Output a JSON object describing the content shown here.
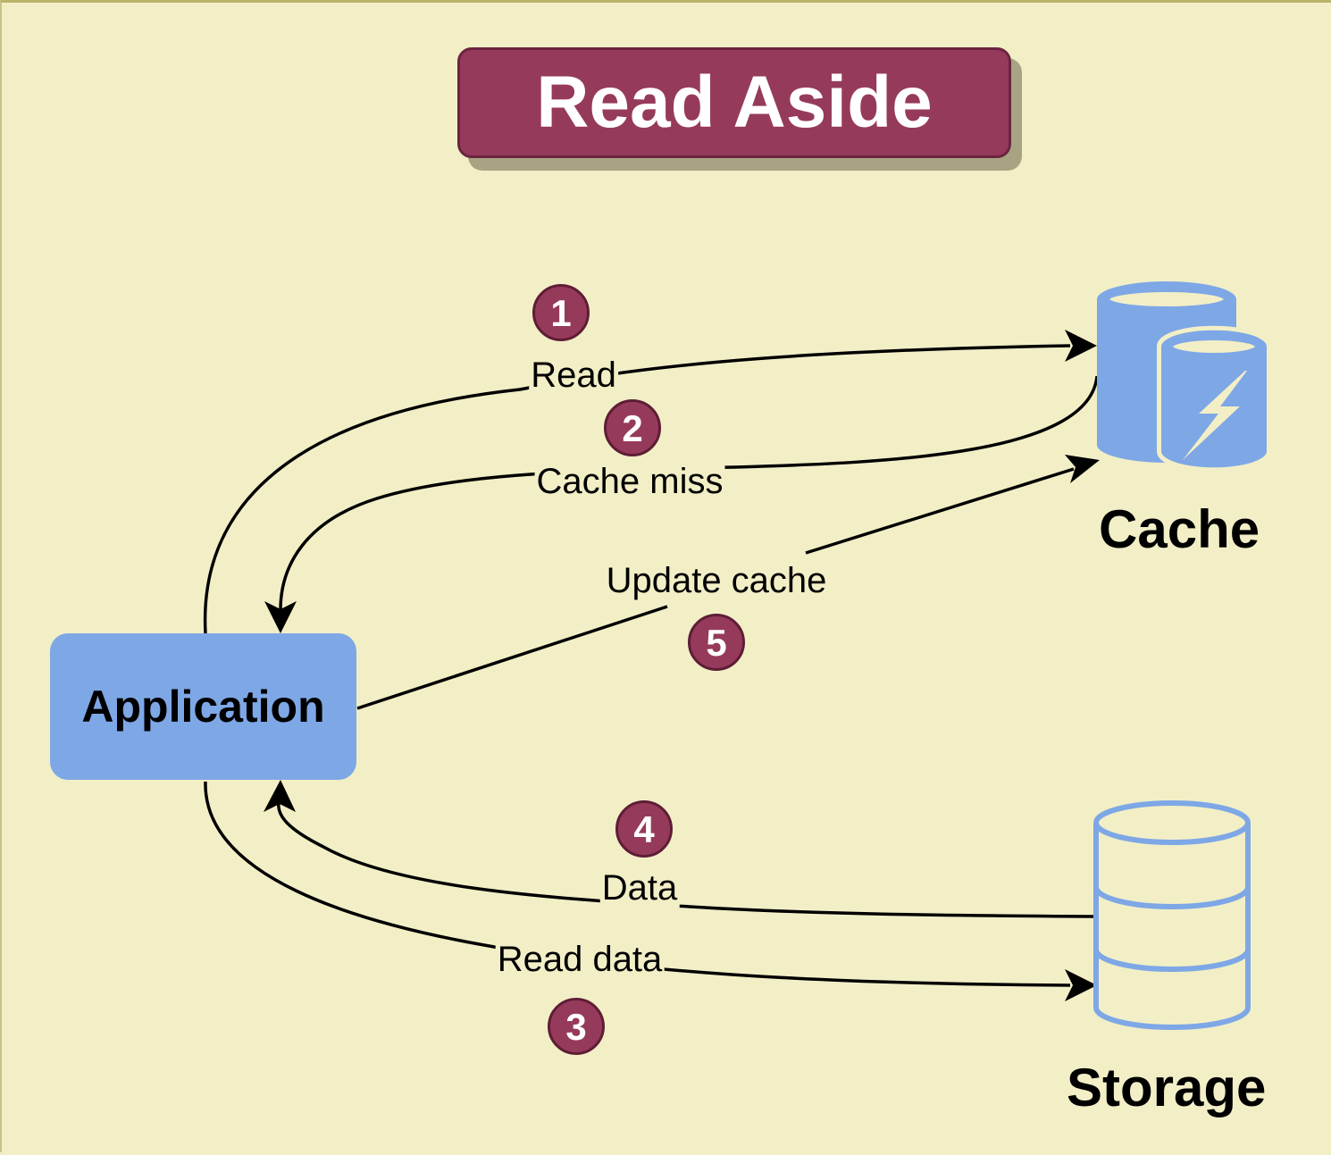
{
  "title": "Read Aside",
  "nodes": {
    "application": "Application",
    "cache": "Cache",
    "storage": "Storage"
  },
  "steps": [
    {
      "number": "1",
      "label": "Read"
    },
    {
      "number": "2",
      "label": "Cache miss"
    },
    {
      "number": "3",
      "label": "Read data"
    },
    {
      "number": "4",
      "label": "Data"
    },
    {
      "number": "5",
      "label": "Update cache"
    }
  ],
  "colors": {
    "background": "#f2efc7",
    "title_fill": "#963a5b",
    "badge_fill": "#963a5b",
    "application_fill": "#7ea7e6",
    "cache_icon": "#7ea7e6",
    "storage_icon": "#7ea7e6",
    "arrow": "#000000"
  },
  "icons": {
    "cache": "database-lightning-icon",
    "storage": "database-cylinder-icon"
  }
}
